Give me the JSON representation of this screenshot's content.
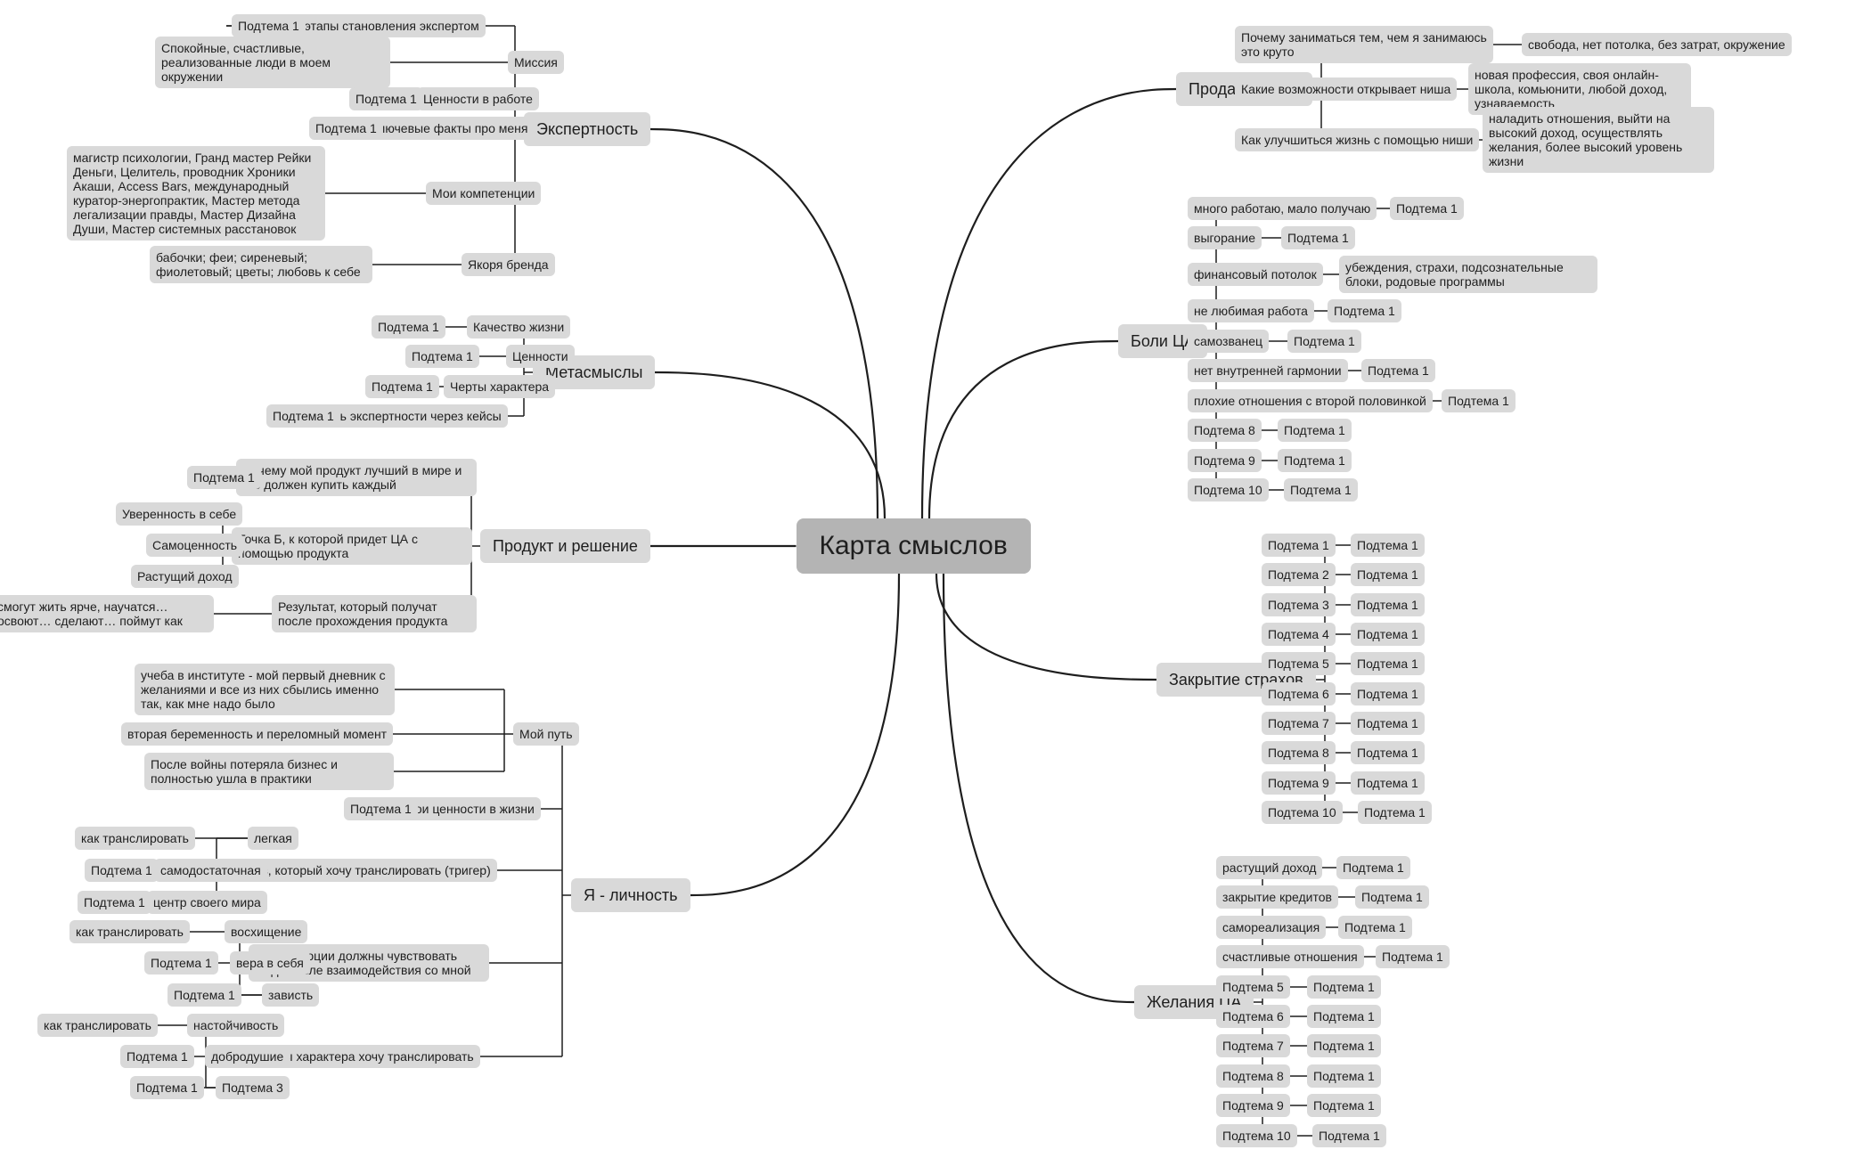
{
  "center": "Карта смыслов",
  "colors": {
    "center": "#b4b4b4",
    "node": "#d9d9d9",
    "line": "#1e1e1e",
    "text": "#1e1e1e"
  },
  "branches": [
    {
      "id": "expert",
      "label": "Экспертность",
      "side": "left",
      "children": [
        {
          "label": "Ключевые этапы становления экспертом",
          "children": [
            {
              "label": "Подтема 1"
            }
          ]
        },
        {
          "label": "Миссия",
          "children": [
            {
              "label": "Спокойные, счастливые, реализованные люди в моем окружении"
            }
          ]
        },
        {
          "label": "Ценности в работе",
          "children": [
            {
              "label": "Подтема 1"
            }
          ]
        },
        {
          "label": "Ключевые факты про меня",
          "children": [
            {
              "label": "Подтема 1"
            }
          ]
        },
        {
          "label": "Мои компетенции",
          "children": [
            {
              "label": "магистр психологии, Гранд мастер Рейки Деньги, Целитель, проводник Хроники Акаши, Access Bars, международный куратор-энергопрактик, Мастер метода легализации правды, Мастер Дизайна Души, Мастер системных расстановок"
            }
          ]
        },
        {
          "label": "Якоря бренда",
          "children": [
            {
              "label": "бабочки; феи; сиреневый; фиолетовый; цветы; любовь к себе"
            }
          ]
        }
      ]
    },
    {
      "id": "meta",
      "label": "Метасмыслы",
      "side": "left",
      "children": [
        {
          "label": "Качество жизни",
          "children": [
            {
              "label": "Подтема 1"
            }
          ]
        },
        {
          "label": "Ценности",
          "children": [
            {
              "label": "Подтема 1"
            }
          ]
        },
        {
          "label": "Черты характера",
          "children": [
            {
              "label": "Подтема 1"
            }
          ]
        },
        {
          "label": "Уровень экспертности через кейсы",
          "children": [
            {
              "label": "Подтема 1"
            }
          ]
        }
      ]
    },
    {
      "id": "product",
      "label": "Продукт и решение",
      "side": "left",
      "children": [
        {
          "label": "Почему мой продукт лучший в мире и его должен купить каждый",
          "children": [
            {
              "label": "Подтема 1"
            }
          ]
        },
        {
          "label": "Точка Б, к которой придет ЦА с помощью продукта",
          "children": [
            {
              "label": "Уверенность в себе"
            },
            {
              "label": "Самоценность"
            },
            {
              "label": "Растущий доход"
            }
          ]
        },
        {
          "label": "Результат, который получат после прохождения продукта",
          "children": [
            {
              "label": "смогут жить ярче, научатся… освоют… сделают… поймут как"
            }
          ]
        }
      ]
    },
    {
      "id": "person",
      "label": "Я - личность",
      "side": "left",
      "children": [
        {
          "label": "Мой путь",
          "children": [
            {
              "label": "учеба в институте - мой первый дневник с желаниями и все из них сбылись именно так, как мне надо было"
            },
            {
              "label": "вторая беременность и переломный момент"
            },
            {
              "label": "После войны потеряла бизнес и полностью ушла в практики"
            }
          ]
        },
        {
          "label": "Мои ценности в жизни",
          "children": [
            {
              "label": "Подтема 1"
            }
          ]
        },
        {
          "label": "Образ, который хочу транслировать (тригер)",
          "children": [
            {
              "label": "легкая",
              "children": [
                {
                  "label": "как транслировать"
                }
              ]
            },
            {
              "label": "самодостаточная",
              "children": [
                {
                  "label": "Подтема 1"
                }
              ]
            },
            {
              "label": "центр своего мира",
              "children": [
                {
                  "label": "Подтема 1"
                }
              ]
            }
          ]
        },
        {
          "label": "Какие эмоции должны чувствовать люди после взаимодействия со мной",
          "children": [
            {
              "label": "восхищение",
              "children": [
                {
                  "label": "как транслировать"
                }
              ]
            },
            {
              "label": "вера в себя",
              "children": [
                {
                  "label": "Подтема 1"
                }
              ]
            },
            {
              "label": "зависть",
              "children": [
                {
                  "label": "Подтема 1"
                }
              ]
            }
          ]
        },
        {
          "label": "Какие черты характера хочу транслировать",
          "children": [
            {
              "label": "настойчивость",
              "children": [
                {
                  "label": "как транслировать"
                }
              ]
            },
            {
              "label": "добродушие",
              "children": [
                {
                  "label": "Подтема 1"
                }
              ]
            },
            {
              "label": "Подтема 3",
              "children": [
                {
                  "label": "Подтема 1"
                }
              ]
            }
          ]
        }
      ]
    },
    {
      "id": "niche",
      "label": "Продажа ниши",
      "side": "right",
      "children": [
        {
          "label": "Почему заниматься тем, чем я занимаюсь это круто",
          "children": [
            {
              "label": "свобода, нет потолка, без затрат, окружение"
            }
          ]
        },
        {
          "label": "Какие возможности открывает ниша",
          "children": [
            {
              "label": "новая профессия, своя онлайн-школа, комьюнити, любой доход, узнаваемость"
            }
          ]
        },
        {
          "label": "Как улучшиться жизнь с помощью ниши",
          "children": [
            {
              "label": "наладить отношения, выйти на высокий доход, осуществлять желания, более высокий уровень жизни"
            }
          ]
        }
      ]
    },
    {
      "id": "pains",
      "label": "Боли ЦА",
      "side": "right",
      "children": [
        {
          "label": "много работаю, мало получаю",
          "children": [
            {
              "label": "Подтема 1"
            }
          ]
        },
        {
          "label": "выгорание",
          "children": [
            {
              "label": "Подтема 1"
            }
          ]
        },
        {
          "label": "финансовый потолок",
          "children": [
            {
              "label": "убеждения, страхи, подсознательные блоки, родовые программы"
            }
          ]
        },
        {
          "label": "не любимая работа",
          "children": [
            {
              "label": "Подтема 1"
            }
          ]
        },
        {
          "label": "самозванец",
          "children": [
            {
              "label": "Подтема 1"
            }
          ]
        },
        {
          "label": "нет внутренней гармонии",
          "children": [
            {
              "label": "Подтема 1"
            }
          ]
        },
        {
          "label": "плохие отношения с второй половинкой",
          "children": [
            {
              "label": "Подтема 1"
            }
          ]
        },
        {
          "label": "Подтема 8",
          "children": [
            {
              "label": "Подтема 1"
            }
          ]
        },
        {
          "label": "Подтема 9",
          "children": [
            {
              "label": "Подтема 1"
            }
          ]
        },
        {
          "label": "Подтема 10",
          "children": [
            {
              "label": "Подтема 1"
            }
          ]
        }
      ]
    },
    {
      "id": "fears",
      "label": "Закрытие страхов",
      "side": "right",
      "children": [
        {
          "label": "Подтема 1",
          "children": [
            {
              "label": "Подтема 1"
            }
          ]
        },
        {
          "label": "Подтема 2",
          "children": [
            {
              "label": "Подтема 1"
            }
          ]
        },
        {
          "label": "Подтема 3",
          "children": [
            {
              "label": "Подтема 1"
            }
          ]
        },
        {
          "label": "Подтема 4",
          "children": [
            {
              "label": "Подтема 1"
            }
          ]
        },
        {
          "label": "Подтема 5",
          "children": [
            {
              "label": "Подтема 1"
            }
          ]
        },
        {
          "label": "Подтема 6",
          "children": [
            {
              "label": "Подтема 1"
            }
          ]
        },
        {
          "label": "Подтема 7",
          "children": [
            {
              "label": "Подтема 1"
            }
          ]
        },
        {
          "label": "Подтема 8",
          "children": [
            {
              "label": "Подтема 1"
            }
          ]
        },
        {
          "label": "Подтема 9",
          "children": [
            {
              "label": "Подтема 1"
            }
          ]
        },
        {
          "label": "Подтема 10",
          "children": [
            {
              "label": "Подтема 1"
            }
          ]
        }
      ]
    },
    {
      "id": "desires",
      "label": "Желания ЦА",
      "side": "right",
      "children": [
        {
          "label": "растущий доход",
          "children": [
            {
              "label": "Подтема 1"
            }
          ]
        },
        {
          "label": "закрытие кредитов",
          "children": [
            {
              "label": "Подтема 1"
            }
          ]
        },
        {
          "label": "самореализация",
          "children": [
            {
              "label": "Подтема 1"
            }
          ]
        },
        {
          "label": "счастливые отношения",
          "children": [
            {
              "label": "Подтема 1"
            }
          ]
        },
        {
          "label": "Подтема 5",
          "children": [
            {
              "label": "Подтема 1"
            }
          ]
        },
        {
          "label": "Подтема 6",
          "children": [
            {
              "label": "Подтема 1"
            }
          ]
        },
        {
          "label": "Подтема 7",
          "children": [
            {
              "label": "Подтема 1"
            }
          ]
        },
        {
          "label": "Подтема 8",
          "children": [
            {
              "label": "Подтема 1"
            }
          ]
        },
        {
          "label": "Подтема 9",
          "children": [
            {
              "label": "Подтема 1"
            }
          ]
        },
        {
          "label": "Подтема 10",
          "children": [
            {
              "label": "Подтема 1"
            }
          ]
        }
      ]
    }
  ]
}
